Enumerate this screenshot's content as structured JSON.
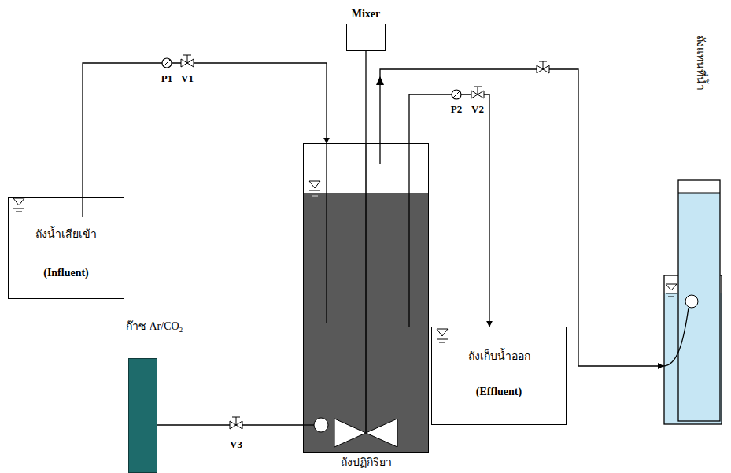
{
  "diagram": {
    "nodes": [
      {
        "text": [
          "Mixer"
        ]
      },
      {
        "text": [
          "ถังน้ำเสียเข้า",
          "(Influent)"
        ]
      },
      {
        "text": [
          "ถังปฏิกิริยา"
        ]
      },
      {
        "text": [
          "ถังเก็บน้ำออก",
          "(Effluent)"
        ]
      },
      {
        "text": [
          "ก๊าซ Ar/CO₂"
        ]
      },
      {
        "text": [
          "ถังแทนที่น้ำ"
        ]
      }
    ],
    "edges": [
      {
        "from": 1,
        "to": 2,
        "arrow": "to"
      },
      {
        "from": 0,
        "to": 2,
        "arrow": "none"
      },
      {
        "from": 2,
        "to": 5,
        "arrow": "to"
      },
      {
        "from": 2,
        "to": 3,
        "arrow": "to"
      },
      {
        "from": 4,
        "to": 2,
        "arrow": "none"
      }
    ],
    "labels": [
      "P1",
      "V1",
      "P2",
      "V2",
      "V3"
    ]
  }
}
